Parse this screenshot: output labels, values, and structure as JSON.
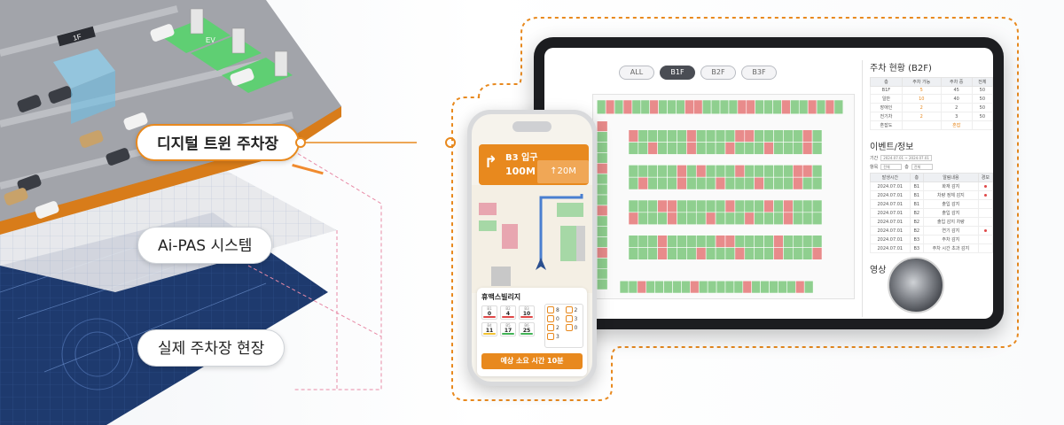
{
  "layers": {
    "digital_twin": "디지털 트윈 주차장",
    "aipas": "Ai-PAS 시스템",
    "real_site": "실제 주차장 현장"
  },
  "iso_signs": {
    "floor_sign": "1F",
    "ev_label": "EV"
  },
  "tablet": {
    "floor_tabs": [
      "ALL",
      "B1F",
      "B2F",
      "B3F"
    ],
    "active_tab": "B1F",
    "status_title": "주차 현황 (B2F)",
    "status_headers": [
      "층",
      "주차 가능",
      "주차 중",
      "전체"
    ],
    "status_rows": [
      [
        "B1F",
        "5",
        "45",
        "50"
      ],
      [
        "일반",
        "10",
        "40",
        "50"
      ],
      [
        "장애인",
        "2",
        "2",
        "50"
      ],
      [
        "전기차",
        "2",
        "3",
        "50"
      ],
      [
        "혼잡도",
        "",
        "혼잡",
        ""
      ]
    ],
    "event_title": "이벤트/정보",
    "filter_period_label": "기간",
    "filter_period_value": "2024.07.01 ~ 2024.07.01",
    "filter_item_label": "항목",
    "filter_item_value": "전체",
    "filter_floor_label": "층",
    "filter_floor_value": "전체",
    "event_headers": [
      "발생시간",
      "층",
      "알림내용",
      "경보"
    ],
    "events": [
      {
        "time": "2024.07.01",
        "floor": "B1",
        "msg": "화재 감지",
        "alert": true
      },
      {
        "time": "2024.07.01",
        "floor": "B1",
        "msg": "차량 정체 감지",
        "alert": true
      },
      {
        "time": "2024.07.01",
        "floor": "B1",
        "msg": "출입 감지",
        "alert": false
      },
      {
        "time": "2024.07.01",
        "floor": "B2",
        "msg": "출입 감지",
        "alert": false
      },
      {
        "time": "2024.07.01",
        "floor": "B2",
        "msg": "출입 감지 차량",
        "alert": false
      },
      {
        "time": "2024.07.01",
        "floor": "B2",
        "msg": "연기 감지",
        "alert": true
      },
      {
        "time": "2024.07.01",
        "floor": "B3",
        "msg": "주차 감지",
        "alert": false
      },
      {
        "time": "2024.07.01",
        "floor": "B3",
        "msg": "주차 시간 초과 감지",
        "alert": false
      }
    ],
    "video_title": "영상"
  },
  "phone": {
    "nav_dest": "B3 입구",
    "nav_dist": "100M",
    "nav_next": "↑20M",
    "place_name": "휴맥스빌리지",
    "counts": [
      {
        "label": "B1",
        "value": "0",
        "color": "#e04848"
      },
      {
        "label": "B2",
        "value": "4",
        "color": "#e04848"
      },
      {
        "label": "B3",
        "value": "10",
        "color": "#e04848"
      },
      {
        "label": "B4",
        "value": "11",
        "color": "#f2c232"
      },
      {
        "label": "B5",
        "value": "17",
        "color": "#41b356"
      },
      {
        "label": "B6",
        "value": "25",
        "color": "#41b356"
      }
    ],
    "amenities": [
      {
        "name": "car-charger",
        "value": "8"
      },
      {
        "name": "disabled",
        "value": "2"
      },
      {
        "name": "ev",
        "value": "0"
      },
      {
        "name": "family",
        "value": "3"
      },
      {
        "name": "bike",
        "value": "2"
      },
      {
        "name": "elevator",
        "value": "0"
      },
      {
        "name": "other",
        "value": "3"
      }
    ],
    "eta": "예상 소요 시간 10분"
  },
  "colors": {
    "accent": "#e8891e",
    "occupied": "#e88b8b",
    "free": "#8fcf8f",
    "navy_layer": "#1e3a6e"
  }
}
